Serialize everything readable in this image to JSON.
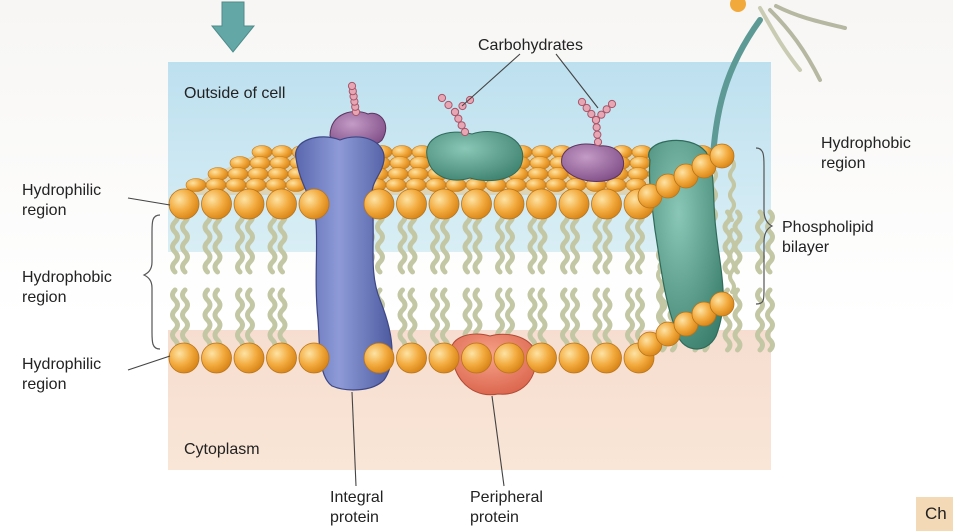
{
  "labels": {
    "outside": "Outside of cell",
    "carbohydrates": "Carbohydrates",
    "cytoplasm": "Cytoplasm",
    "hydrophilic_top": [
      "Hydrophilic",
      "region"
    ],
    "hydrophobic_left": [
      "Hydrophobic",
      "region"
    ],
    "hydrophilic_bottom": [
      "Hydrophilic",
      "region"
    ],
    "hydrophobic_right": [
      "Hydrophobic",
      "region"
    ],
    "phospholipid_bilayer": [
      "Phospholipid",
      "bilayer"
    ],
    "integral_protein": [
      "Integral",
      "protein"
    ],
    "peripheral_protein": [
      "Peripheral",
      "protein"
    ],
    "corner_tab": "Ch"
  },
  "colors": {
    "outside_fluid": "#bfe0ee",
    "cytoplasm": "#f7dccb",
    "phosphate_head": "#f2a93b",
    "lipid_tail": "#c3c7a4",
    "integral_protein": "#6f7dc0",
    "peripheral_protein": "#e8735a",
    "glycoprotein": "#8e5b95",
    "green_protein": "#4f9a88",
    "sugar_chain": "#d58a9a",
    "arrow": "#63a8a6"
  },
  "icons": {
    "down_arrow": "down-arrow-icon",
    "cilium": "flagellum-icon"
  }
}
